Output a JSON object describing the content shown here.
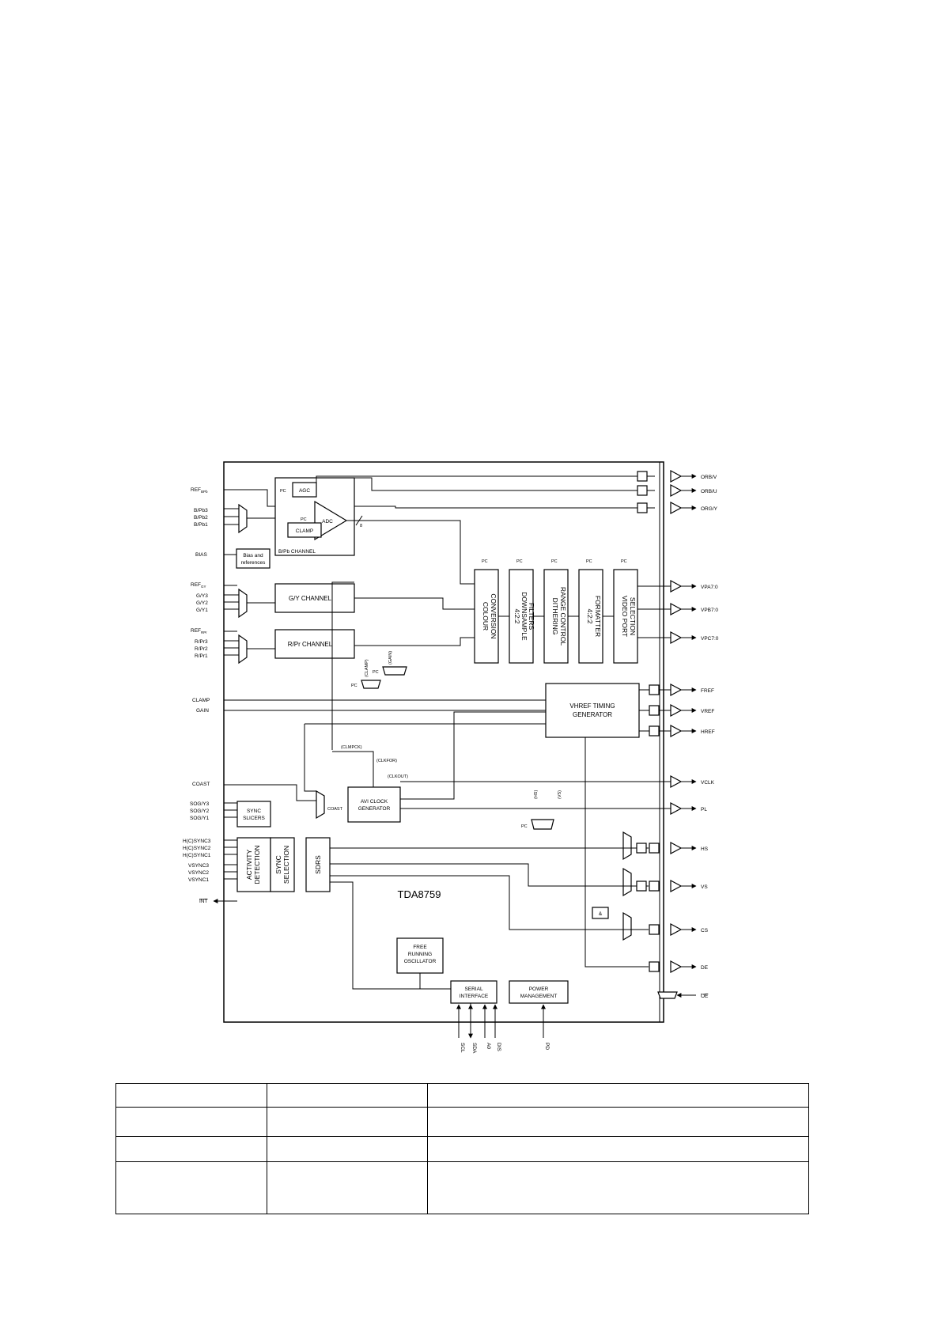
{
  "diagram": {
    "chip_name": "TDA8759",
    "blocks": {
      "agc": "AGC",
      "adc": "ADC",
      "clamp": "CLAMP",
      "bias_refs": [
        "Bias and",
        "references"
      ],
      "bpb_channel": "B/Pb CHANNEL",
      "gy_channel": "G/Y CHANNEL",
      "rpr_channel": "R/Pr CHANNEL",
      "colour_conversion": [
        "COLOUR",
        "CONVERSION"
      ],
      "downsample": [
        "4:2:2",
        "DOWNSAMPLE",
        "FILTERS"
      ],
      "dithering": [
        "DITHERING",
        "RANGE CONTROL"
      ],
      "formatter": [
        "4:2:2",
        "FORMATTER"
      ],
      "video_port": [
        "VIDEO PORT",
        "SELECTION"
      ],
      "vhref": [
        "VHREF TIMING",
        "GENERATOR"
      ],
      "sync_slicers": [
        "SYNC",
        "SLICERS"
      ],
      "activity": [
        "ACTIVITY",
        "DETECTION"
      ],
      "sync_selection": [
        "SYNC",
        "SELECTION"
      ],
      "sdrs": "SDRS",
      "avi_clock": [
        "AVI CLOCK",
        "GENERATOR"
      ],
      "free_running": [
        "FREE",
        "RUNNING",
        "OSCILLATOR"
      ],
      "serial_interface": [
        "SERIAL",
        "INTERFACE"
      ],
      "power_management": [
        "POWER",
        "MANAGEMENT"
      ],
      "and_gate": "&",
      "pc": "PC"
    },
    "inputs_left": {
      "ref_bpb": "REF",
      "ref_bpb_sub": "BPb",
      "bpb": [
        "B/Pb3",
        "B/Pb2",
        "B/Pb1"
      ],
      "bias": "BIAS",
      "ref_gy": "REF",
      "ref_gy_sub": "GY",
      "gy": [
        "G/Y3",
        "G/Y2",
        "G/Y1"
      ],
      "ref_rpr": "REF",
      "ref_rpr_sub": "RPr",
      "rpr": [
        "R/Pr3",
        "R/Pr2",
        "R/Pr1"
      ],
      "clamp": "CLAMP",
      "gain": "GAIN",
      "coast": "COAST",
      "sog": [
        "SOG/Y3",
        "SOG/Y2",
        "SOG/Y1"
      ],
      "hcsync": [
        "H(C)SYNC3",
        "H(C)SYNC2",
        "H(C)SYNC1"
      ],
      "vsync": [
        "VSYNC3",
        "VSYNC2",
        "VSYNC1"
      ],
      "int": "INT"
    },
    "outputs_right": {
      "orb": "ORB/V",
      "org_u": "ORB/U",
      "org_y": "ORG/Y",
      "vpa": "VPA7:0",
      "vpb": "VPB7:0",
      "vpc": "VPC7:0",
      "fref": "FREF",
      "vref": "VREF",
      "href": "HREF",
      "vclk": "VCLK",
      "pl": "PL",
      "hs": "HS",
      "vs": "VS",
      "cs": "CS",
      "de": "DE",
      "oe": "OE"
    },
    "bottom_pins": [
      "SCL",
      "SDA",
      "A0",
      "DIS",
      "PD"
    ],
    "signals": {
      "clamp": "(CLAMP)",
      "gain": "(GAIN)",
      "clmpck": "(CLMPCK)",
      "clkfor": "(CLKFOR)",
      "clkout": "(CLKOUT)",
      "coast": "COAST",
      "hs": "(HS)",
      "vs": "(VS)",
      "bus": "8"
    }
  },
  "table": {
    "rows": [
      [
        "",
        "",
        ""
      ],
      [
        "",
        "",
        ""
      ],
      [
        "",
        "",
        ""
      ],
      [
        "",
        "",
        ""
      ]
    ]
  }
}
